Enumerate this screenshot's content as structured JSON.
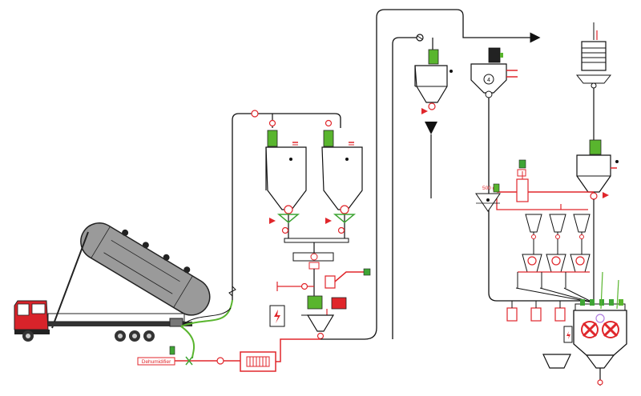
{
  "diagram": {
    "labels": {
      "dehumidifier": "Dehumidifier",
      "scale_value": "500 g",
      "motor_number": "4"
    },
    "colors": {
      "process_line": "#111111",
      "red_line": "#e0262b",
      "green_hose": "#59b52e",
      "truck_cab": "#d8232a",
      "tank": "#9a9a9a",
      "valve_green": "#3fa535",
      "motor_green": "#4db848"
    },
    "icons": [
      "truck",
      "silo",
      "rotary-valve",
      "motor",
      "high-voltage-sign",
      "filter",
      "screw-conveyor",
      "mixer",
      "scale",
      "fan"
    ]
  }
}
